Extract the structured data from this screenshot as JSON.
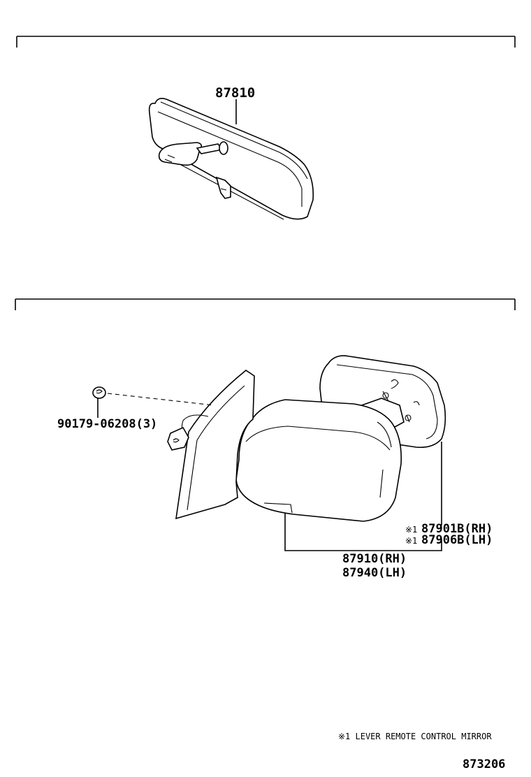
{
  "upper_section": {
    "part_inner_mirror": "87810"
  },
  "lower_section": {
    "part_screw": "90179-06208(3)",
    "part_mirror_sub_rh": "87901B(RH)",
    "part_mirror_sub_lh": "87906B(LH)",
    "note_marker": "※1",
    "part_outer_mirror_rh": "87910(RH)",
    "part_outer_mirror_lh": "87940(LH)"
  },
  "footnote": "※1 LEVER REMOTE CONTROL MIRROR",
  "figure_number": "873206"
}
